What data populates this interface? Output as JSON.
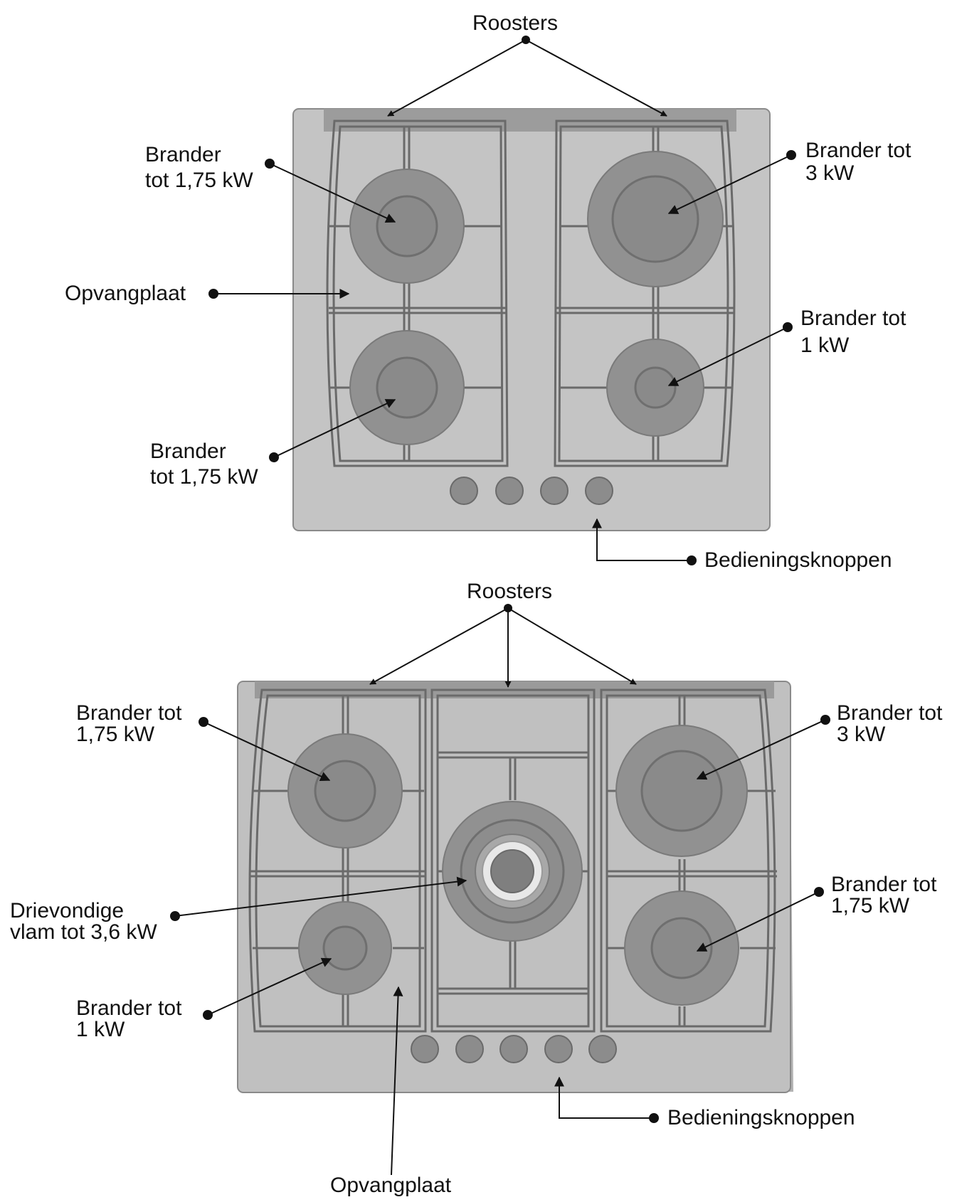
{
  "colors": {
    "panel": "#c2c2c2",
    "panel_edge": "#8a8a8a",
    "burner": "#8f8f8f",
    "burner_core": "#858585",
    "grate": "#6a6a6a",
    "knob": "#8a8a8a",
    "line": "#111111"
  },
  "hob_4": {
    "labels": {
      "grates": "Roosters",
      "burner_top_left_l1": "Brander",
      "burner_top_left_l2": "tot 1,75 kW",
      "burner_top_right_l1": "Brander tot",
      "burner_top_right_l2": "3 kW",
      "drip_tray": "Opvangplaat",
      "burner_bottom_right_l1": "Brander tot",
      "burner_bottom_right_l2": "1 kW",
      "burner_bottom_left_l1": "Brander",
      "burner_bottom_left_l2": "tot 1,75 kW",
      "control_knobs": "Bedieningsknoppen"
    }
  },
  "hob_5": {
    "labels": {
      "grates": "Roosters",
      "burner_top_left_l1": "Brander tot",
      "burner_top_left_l2": "1,75 kW",
      "burner_top_right_l1": "Brander tot",
      "burner_top_right_l2": "3 kW",
      "triple_flame_l1": "Drievondige",
      "triple_flame_l2": "vlam tot 3,6 kW",
      "burner_bottom_right_l1": "Brander tot",
      "burner_bottom_right_l2": "1,75 kW",
      "burner_bottom_left_l1": "Brander tot",
      "burner_bottom_left_l2": "1 kW",
      "control_knobs": "Bedieningsknoppen",
      "drip_tray": "Opvangplaat"
    }
  }
}
